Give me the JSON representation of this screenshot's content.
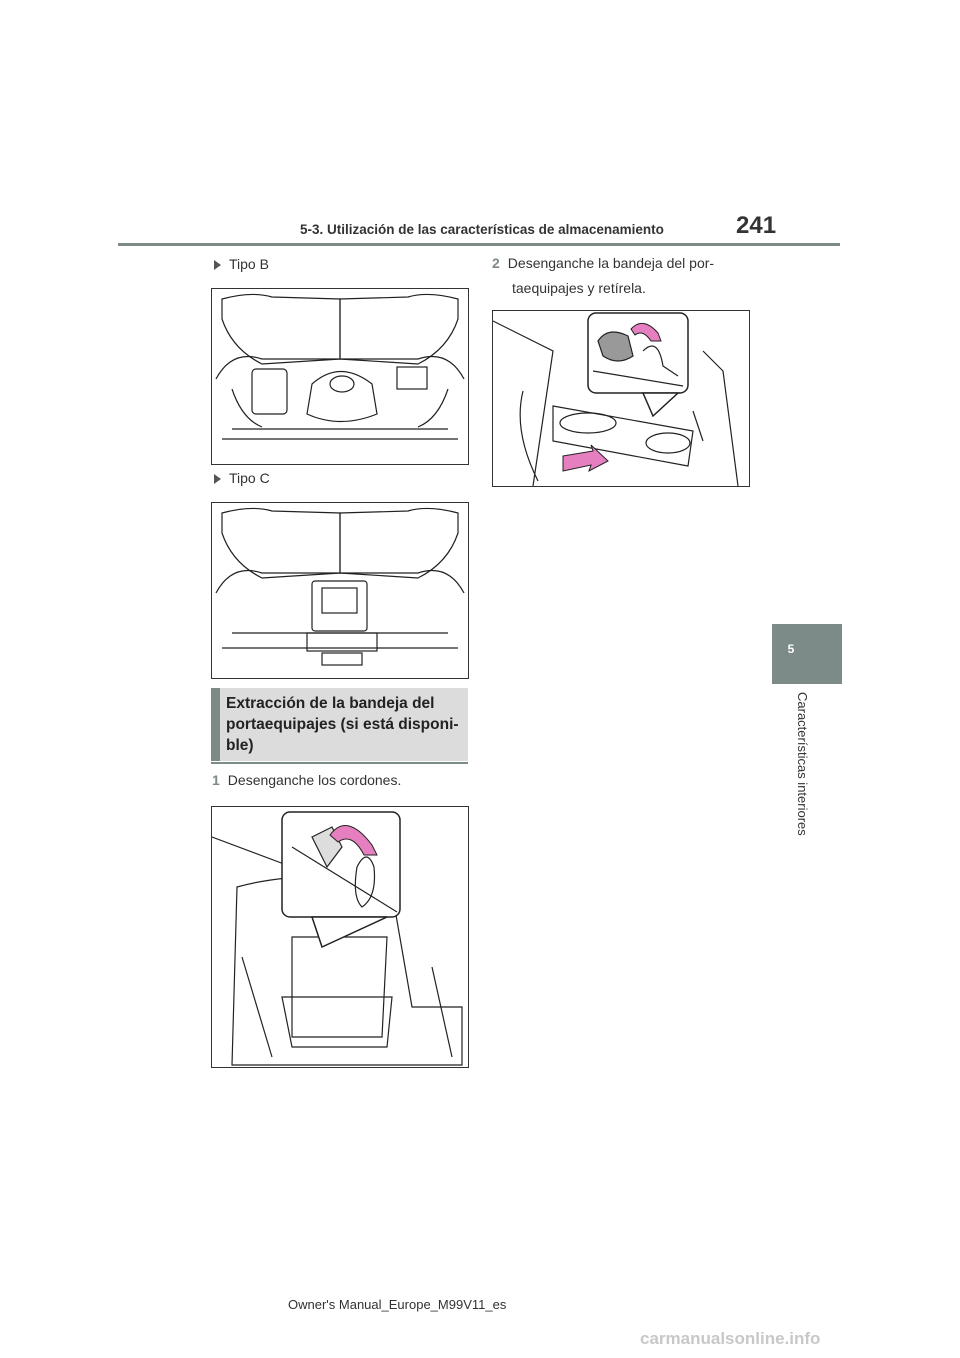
{
  "header": {
    "section_title": "5-3. Utilización de las características de almacenamiento",
    "page_number": "241"
  },
  "side_tab": {
    "chapter_number": "5",
    "chapter_label": "Características interiores"
  },
  "bullets": {
    "tipo_b": "Tipo B",
    "tipo_c": "Tipo C"
  },
  "section_heading": {
    "lines": [
      "Extracción de la bandeja del",
      "portaequipajes (si está disponi-",
      "ble)"
    ]
  },
  "steps": [
    {
      "number": "1",
      "text": "Desenganche los cordones."
    },
    {
      "number": "2",
      "line1": "Desenganche la bandeja del por-",
      "line2": "taequipajes y retírela."
    }
  ],
  "footer": "Owner's Manual_Europe_M99V11_es",
  "watermark": "carmanualsonline.info",
  "colors": {
    "accent": "#7c8a88",
    "arrow_pink": "#e67fc0"
  }
}
